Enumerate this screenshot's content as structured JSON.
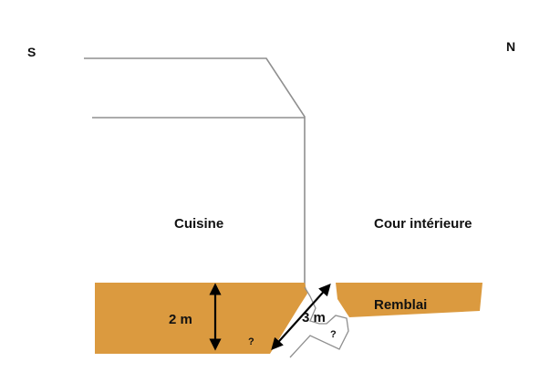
{
  "compass": {
    "south": "S",
    "north": "N"
  },
  "labels": {
    "kitchen": "Cuisine",
    "courtyard": "Cour intérieure",
    "fill": "Remblai",
    "depth": "2 m",
    "diagonal": "3 m",
    "unknown_left": "?",
    "unknown_right": "?"
  },
  "colors": {
    "soil": "#DB9A3F",
    "lines": "#8F8F8F",
    "arrows": "#000000",
    "text": "#111111"
  }
}
